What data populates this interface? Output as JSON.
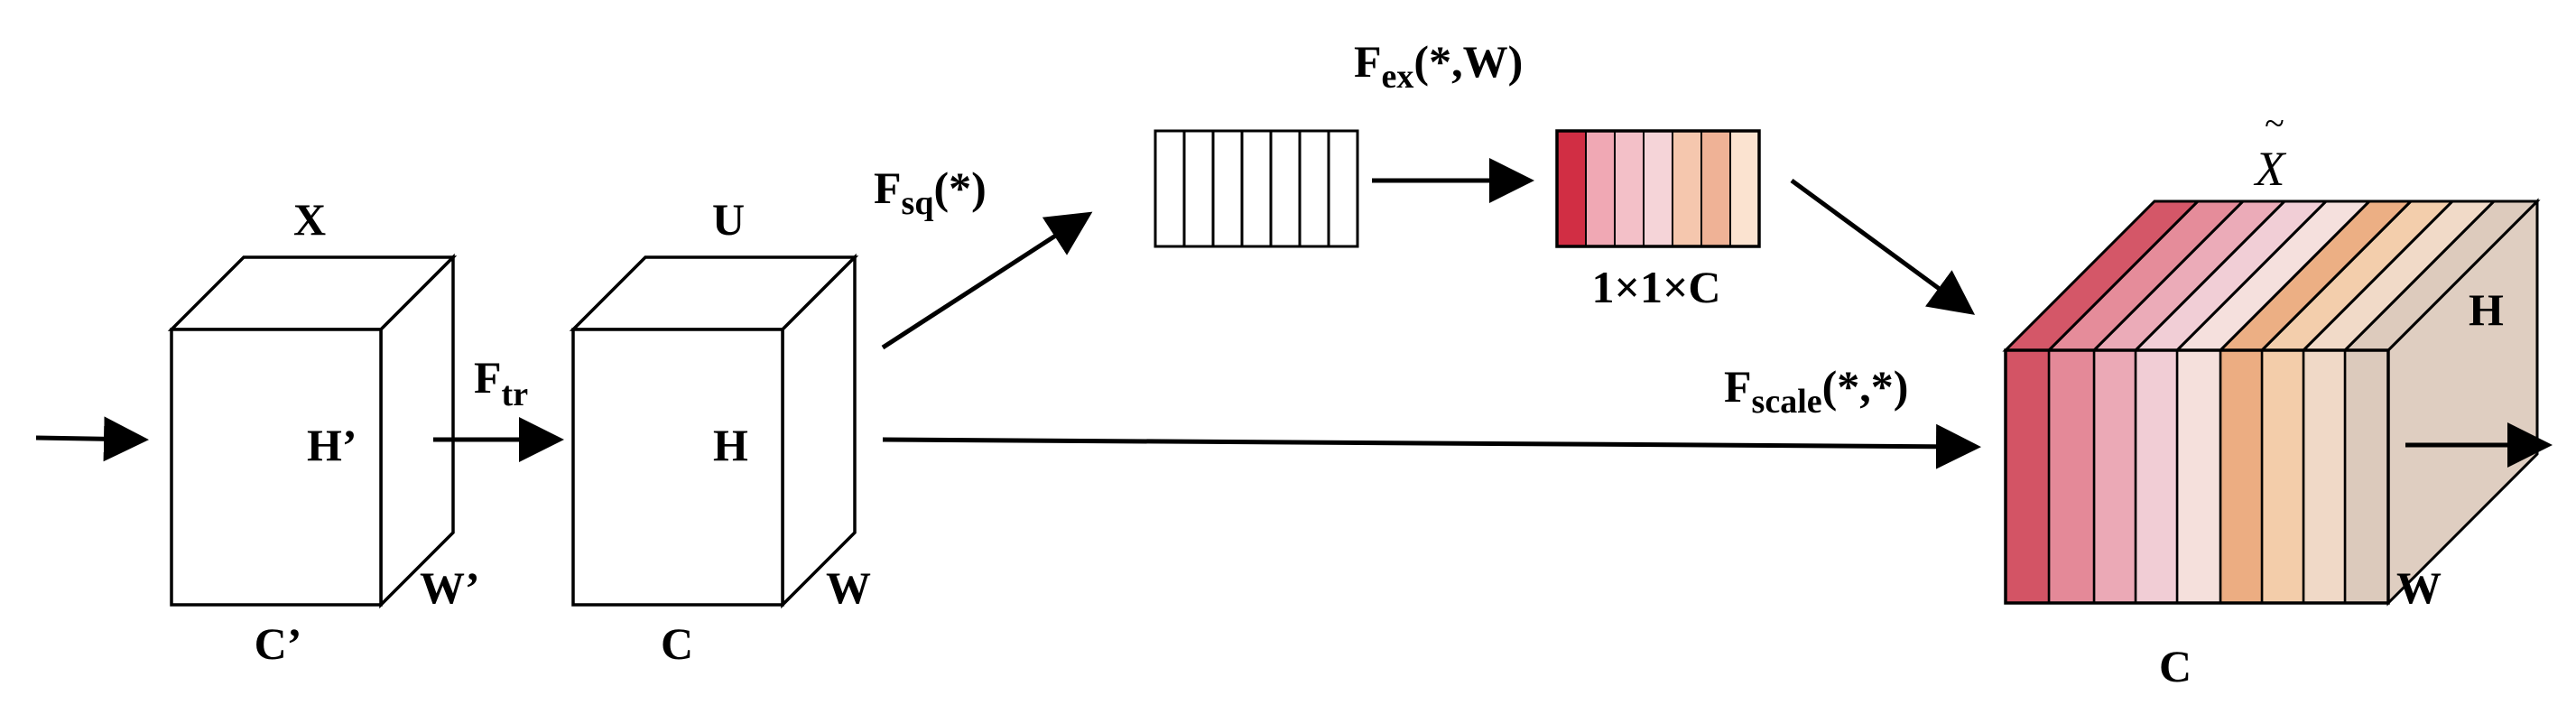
{
  "labels": {
    "x_top": "X",
    "h_prime": "H’",
    "w_prime": "W’",
    "c_prime": "C’",
    "f_tr": "F",
    "f_tr_sub": "tr",
    "u_top": "U",
    "h_u": "H",
    "w_u": "W",
    "c_u": "C",
    "f_sq": "F",
    "f_sq_sub": "sq",
    "f_sq_arg": "(*)",
    "f_ex": "F",
    "f_ex_sub": "ex",
    "f_ex_arg": "(*,W)",
    "vec_size": "1×1×C",
    "f_scale": "F",
    "f_scale_sub": "scale",
    "f_scale_arg": "(*,*)",
    "x_tilde": "X",
    "x_tilde_accent": "~",
    "h_out": "H",
    "w_out": "W",
    "c_out": "C"
  },
  "colors": {
    "weights": [
      "#d12e44",
      "#f0a8b4",
      "#f3c0c8",
      "#f5d4d8",
      "#f5c7ae",
      "#efb296",
      "#fbe3d0"
    ],
    "slices": [
      "#cf4558",
      "#e27f8f",
      "#e9a2b0",
      "#f0c9d1",
      "#f4ddd9",
      "#eaa677",
      "#f2c9a3",
      "#efd6c2",
      "#d9c5b6"
    ]
  }
}
